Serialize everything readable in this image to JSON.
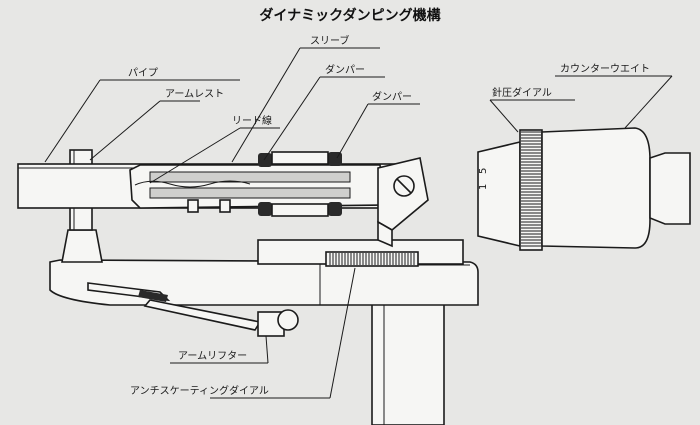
{
  "diagram": {
    "title": "ダイナミックダンピング機構",
    "labels": {
      "pipe": "パイプ",
      "arm_rest": "アームレスト",
      "lead_wire": "リード線",
      "sleeve": "スリーブ",
      "damper_1": "ダンパー",
      "damper_2": "ダンパー",
      "stylus_pressure_dial": "針圧ダイアル",
      "counterweight": "カウンターウエイト",
      "arm_lifter": "アームリフター",
      "anti_skating_dial": "アンチスケーティングダイアル"
    },
    "dial_markings": [
      "1",
      "5"
    ]
  }
}
